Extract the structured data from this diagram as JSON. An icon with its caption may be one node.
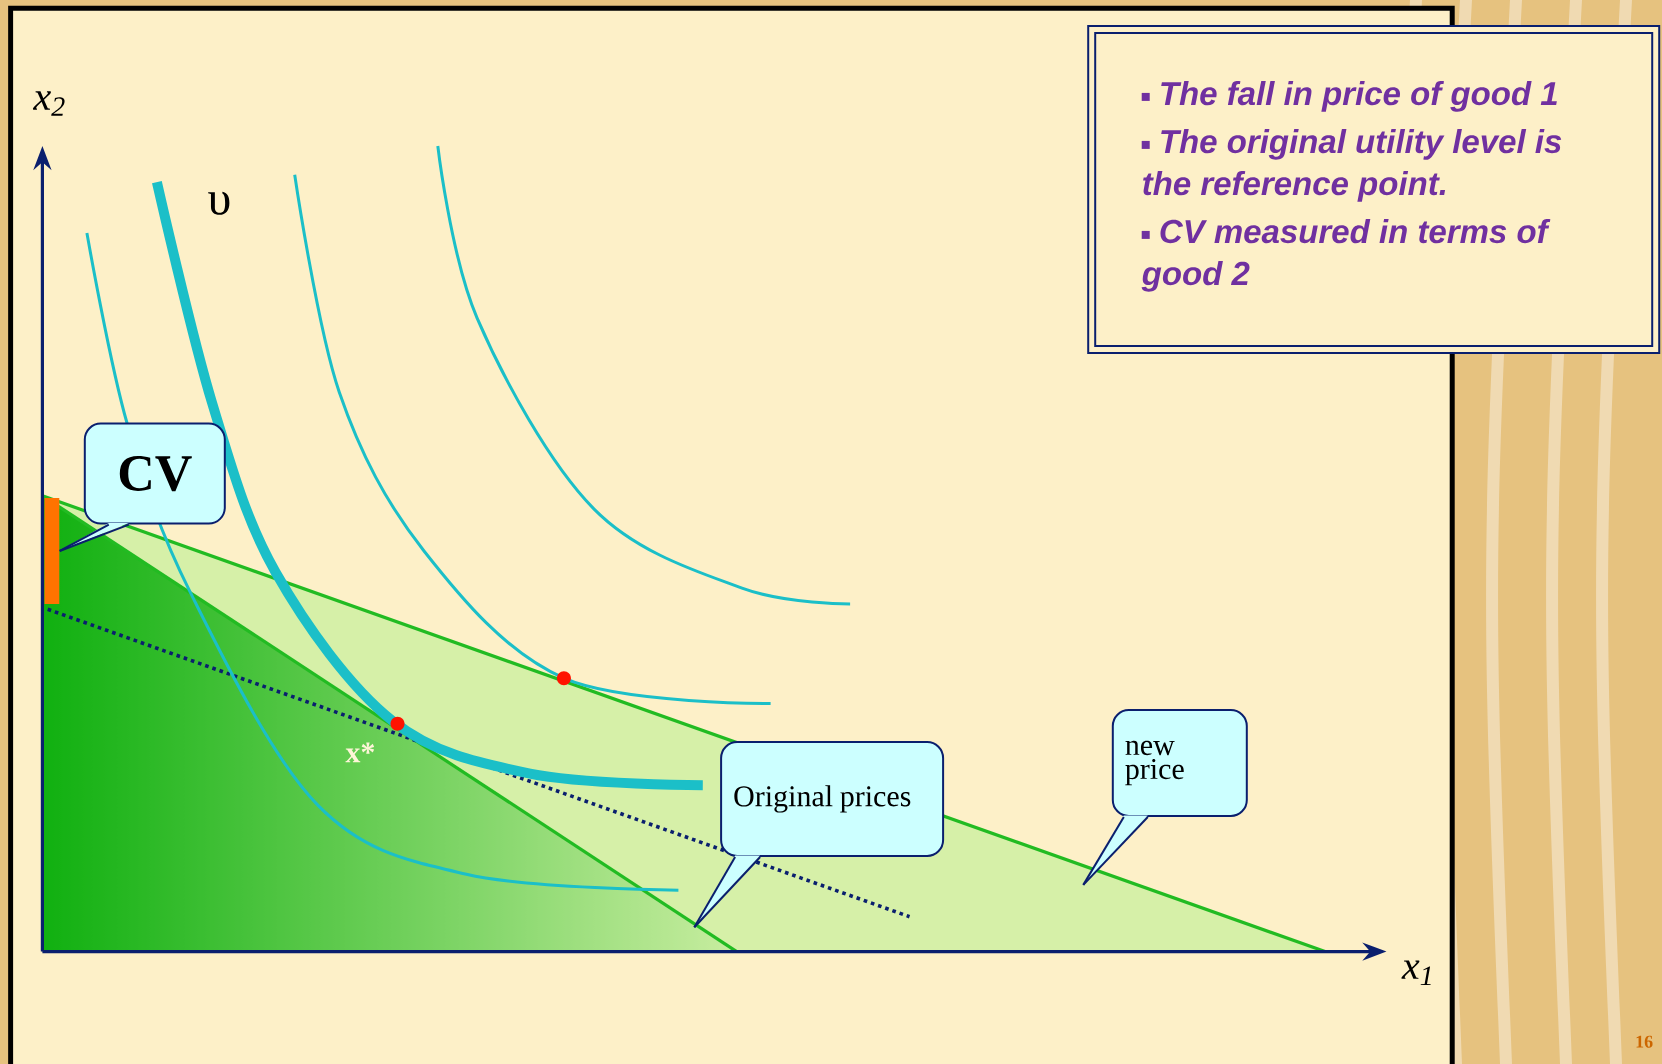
{
  "diagram": {
    "nodes": [
      {
        "text": [
          "The fall in price of good 1",
          "The original utility level is the reference point.",
          "CV measured in terms of good 2"
        ]
      },
      {
        "text": [
          "CV"
        ]
      },
      {
        "text": [],
        "shape": "bar"
      },
      {
        "text": [
          "Original prices"
        ]
      },
      {
        "text": [
          "new price"
        ]
      }
    ],
    "edges": [
      {
        "from": 1,
        "to": 2,
        "arrow": "none"
      },
      {
        "from": 3,
        "to": null,
        "arrow": "none"
      },
      {
        "from": 4,
        "to": null,
        "arrow": "none"
      }
    ],
    "labels": [
      "x$_{2}$",
      "υ",
      "x*",
      "x$_{1}$",
      "16"
    ]
  }
}
